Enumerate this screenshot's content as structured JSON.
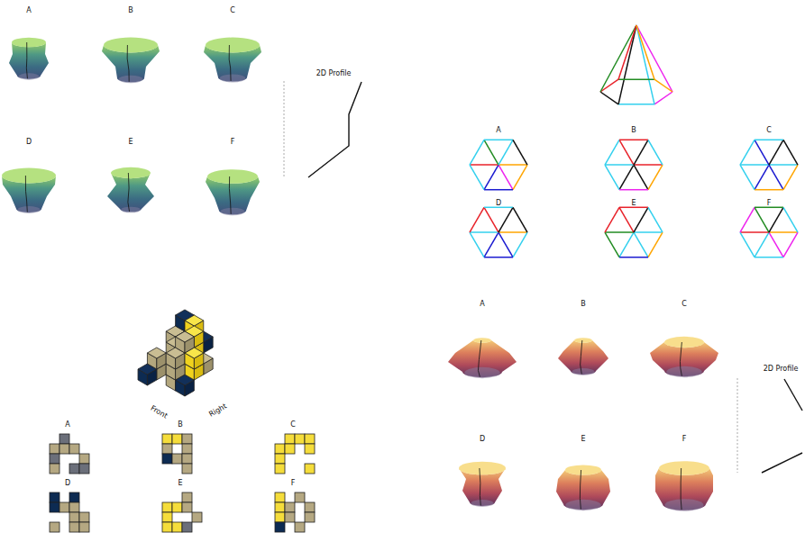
{
  "diagram": {
    "labels": [
      "A",
      "B",
      "C",
      "D",
      "E",
      "F",
      "2D Profile",
      "A",
      "B",
      "C",
      "D",
      "E",
      "F",
      "Front",
      "Right",
      "A",
      "B",
      "C",
      "D",
      "E",
      "F",
      "A",
      "B",
      "C",
      "D",
      "E",
      "F",
      "2D Profile"
    ]
  }
}
